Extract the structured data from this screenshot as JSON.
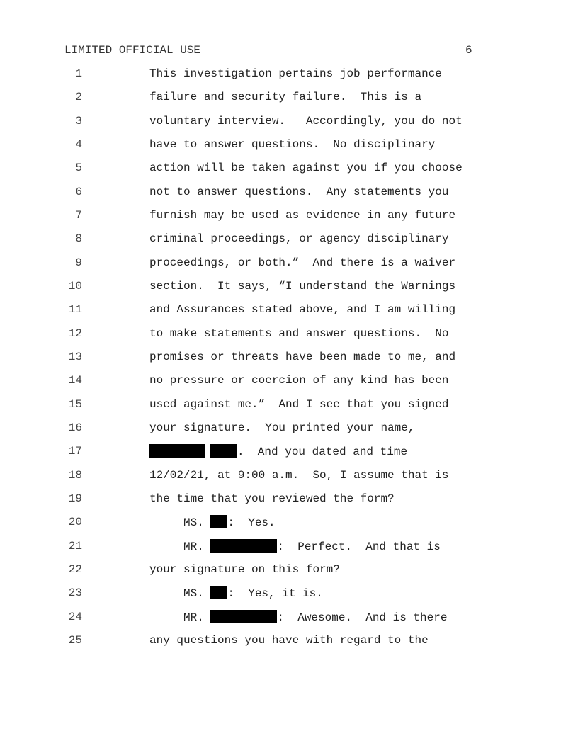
{
  "header": {
    "classification": "LIMITED OFFICIAL USE",
    "page_number": "6"
  },
  "lines": [
    {
      "n": "1",
      "segs": [
        {
          "t": "This investigation pertains job performance"
        }
      ]
    },
    {
      "n": "2",
      "segs": [
        {
          "t": "failure and security failure.  This is a"
        }
      ]
    },
    {
      "n": "3",
      "segs": [
        {
          "t": "voluntary interview.   Accordingly, you do not"
        }
      ]
    },
    {
      "n": "4",
      "segs": [
        {
          "t": "have to answer questions.  No disciplinary"
        }
      ]
    },
    {
      "n": "5",
      "segs": [
        {
          "t": "action will be taken against you if you choose"
        }
      ]
    },
    {
      "n": "6",
      "segs": [
        {
          "t": "not to answer questions.  Any statements you"
        }
      ]
    },
    {
      "n": "7",
      "segs": [
        {
          "t": "furnish may be used as evidence in any future"
        }
      ]
    },
    {
      "n": "8",
      "segs": [
        {
          "t": "criminal proceedings, or agency disciplinary"
        }
      ]
    },
    {
      "n": "9",
      "segs": [
        {
          "t": "proceedings, or both.”  And there is a waiver"
        }
      ]
    },
    {
      "n": "10",
      "segs": [
        {
          "t": "section.  It says, “I understand the Warnings"
        }
      ]
    },
    {
      "n": "11",
      "segs": [
        {
          "t": "and Assurances stated above, and I am willing"
        }
      ]
    },
    {
      "n": "12",
      "segs": [
        {
          "t": "to make statements and answer questions.  No"
        }
      ]
    },
    {
      "n": "13",
      "segs": [
        {
          "t": "promises or threats have been made to me, and"
        }
      ]
    },
    {
      "n": "14",
      "segs": [
        {
          "t": "no pressure or coercion of any kind has been"
        }
      ]
    },
    {
      "n": "15",
      "segs": [
        {
          "t": "used against me.”  And I see that you signed"
        }
      ]
    },
    {
      "n": "16",
      "segs": [
        {
          "t": "your signature.  You printed your name,"
        }
      ]
    },
    {
      "n": "17",
      "segs": [
        {
          "r": "first"
        },
        {
          "r": "last"
        },
        {
          "t": ".  And you dated and time"
        }
      ]
    },
    {
      "n": "18",
      "segs": [
        {
          "t": "12/02/21, at 9:00 a.m.  So, I assume that is"
        }
      ]
    },
    {
      "n": "19",
      "segs": [
        {
          "t": "the time that you reviewed the form?"
        }
      ]
    },
    {
      "n": "20",
      "indent": true,
      "segs": [
        {
          "t": "MS. "
        },
        {
          "r": "ms"
        },
        {
          "t": ":  Yes."
        }
      ]
    },
    {
      "n": "21",
      "indent": true,
      "segs": [
        {
          "t": "MR. "
        },
        {
          "r": "mr"
        },
        {
          "t": ":  Perfect.  And that is"
        }
      ]
    },
    {
      "n": "22",
      "segs": [
        {
          "t": "your signature on this form?"
        }
      ]
    },
    {
      "n": "23",
      "indent": true,
      "segs": [
        {
          "t": "MS. "
        },
        {
          "r": "ms"
        },
        {
          "t": ":  Yes, it is."
        }
      ]
    },
    {
      "n": "24",
      "indent": true,
      "segs": [
        {
          "t": "MR. "
        },
        {
          "r": "mr"
        },
        {
          "t": ":  Awesome.  And is there"
        }
      ]
    },
    {
      "n": "25",
      "segs": [
        {
          "t": "any questions you have with regard to the"
        }
      ]
    }
  ]
}
